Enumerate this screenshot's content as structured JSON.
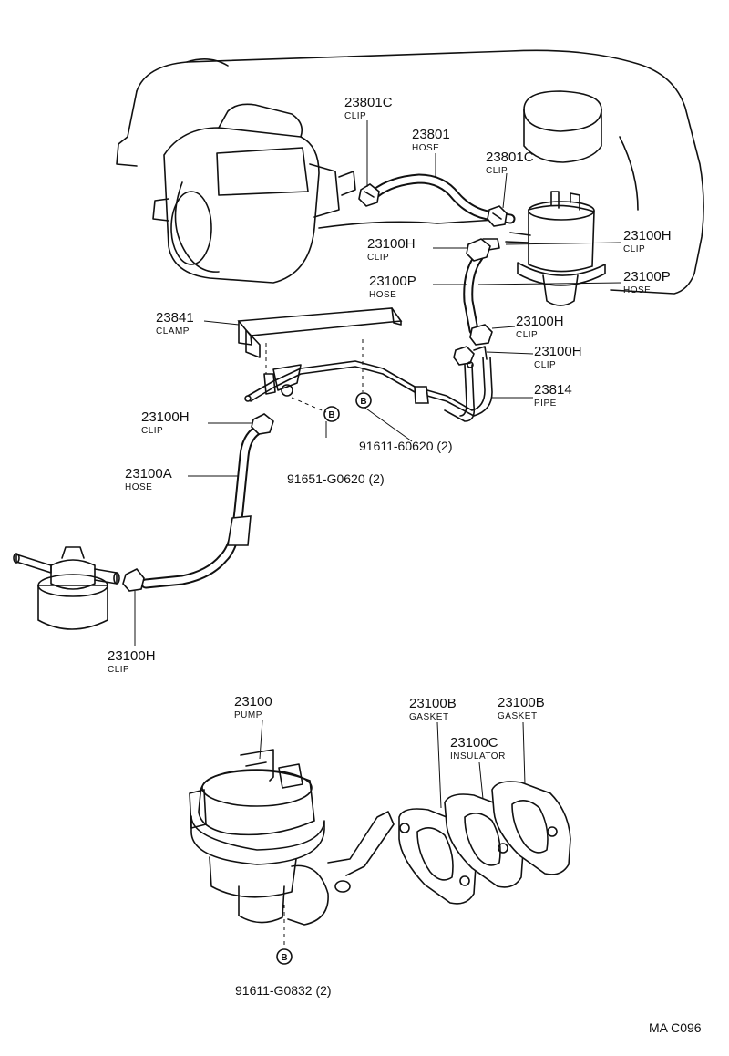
{
  "callouts": {
    "c_23801c_top": {
      "part": "23801C",
      "name": "CLIP"
    },
    "c_23801": {
      "part": "23801",
      "name": "HOSE"
    },
    "c_23801c_right": {
      "part": "23801C",
      "name": "CLIP"
    },
    "c_23100h_a": {
      "part": "23100H",
      "name": "CLIP"
    },
    "c_23100h_b": {
      "part": "23100H",
      "name": "CLIP"
    },
    "c_23100p_l": {
      "part": "23100P",
      "name": "HOSE"
    },
    "c_23100p_r": {
      "part": "23100P",
      "name": "HOSE"
    },
    "c_23841": {
      "part": "23841",
      "name": "CLAMP"
    },
    "c_23100h_c": {
      "part": "23100H",
      "name": "CLIP"
    },
    "c_23100h_d": {
      "part": "23100H",
      "name": "CLIP"
    },
    "c_23814": {
      "part": "23814",
      "name": "PIPE"
    },
    "c_23100h_e": {
      "part": "23100H",
      "name": "CLIP"
    },
    "c_23100a": {
      "part": "23100A",
      "name": "HOSE"
    },
    "c_23100h_f": {
      "part": "23100H",
      "name": "CLIP"
    },
    "c_23100": {
      "part": "23100",
      "name": "PUMP"
    },
    "c_23100b_l": {
      "part": "23100B",
      "name": "GASKET"
    },
    "c_23100b_r": {
      "part": "23100B",
      "name": "GASKET"
    },
    "c_23100c": {
      "part": "23100C",
      "name": "INSULATOR"
    }
  },
  "bolts": {
    "b1": "91611-60620 (2)",
    "b2": "91651-G0620 (2)",
    "b3": "91611-G0832 (2)"
  },
  "badge_letter": "B",
  "diagram_code": "MA C096"
}
